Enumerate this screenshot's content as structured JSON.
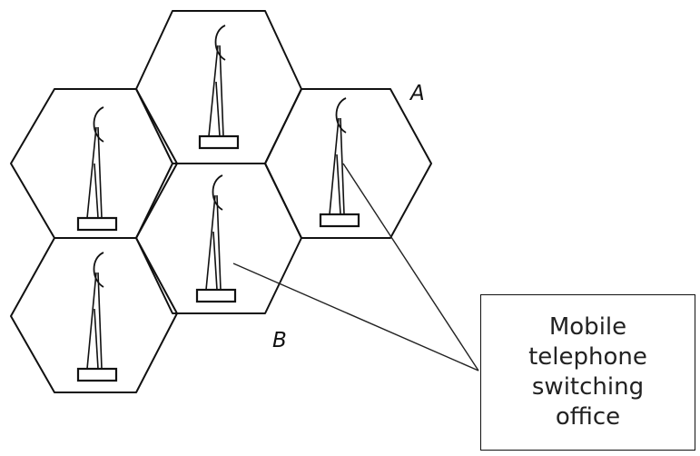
{
  "labels": {
    "cell_a": "A",
    "cell_b": "B"
  },
  "office": {
    "line1": "Mobile",
    "line2": "telephone",
    "line3": "switching",
    "line4": "office"
  },
  "icons": {
    "tower": "antenna-tower-icon"
  },
  "colors": {
    "stroke": "#111111",
    "background": "#ffffff"
  }
}
